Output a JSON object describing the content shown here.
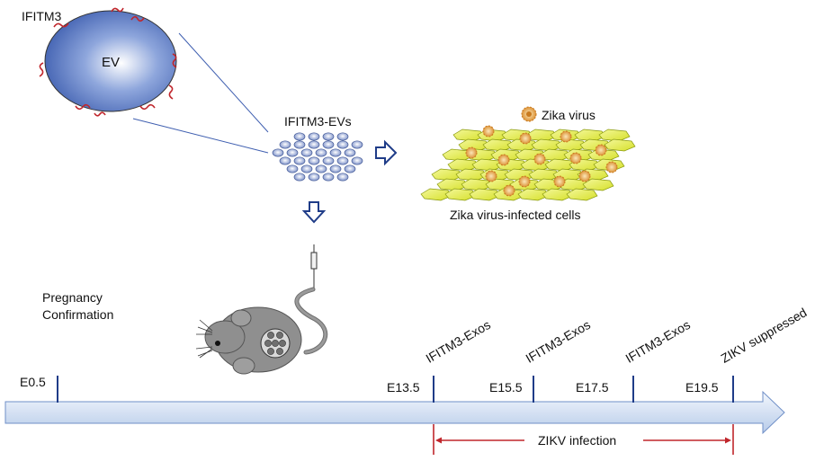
{
  "ev": {
    "protein_label": "IFITM3",
    "vesicle_label": "EV"
  },
  "evs_label": "IFITM3-EVs",
  "cells": {
    "virus_label": "Zika virus",
    "caption": "Zika virus-infected cells"
  },
  "pregnancy": {
    "line1": "Pregnancy",
    "line2": "Confirmation"
  },
  "timeline": {
    "days": [
      "E0.5",
      "E13.5",
      "E15.5",
      "E17.5",
      "E19.5"
    ],
    "treatments": [
      "IFITM3-Exos",
      "IFITM3-Exos",
      "IFITM3-Exos"
    ],
    "outcome": "ZIKV suppressed",
    "infection_label": "ZIKV infection"
  },
  "colors": {
    "ev_fill": "#3f5fb0",
    "ifitm3": "#c0262c",
    "timeline_bar": "#c9d8f0",
    "tick": "#1f3c88",
    "infection_bracket": "#c0262c",
    "cell_fill": "#e8ef3a",
    "virus": "#e5a24a",
    "mouse": "#8f8f8f"
  }
}
